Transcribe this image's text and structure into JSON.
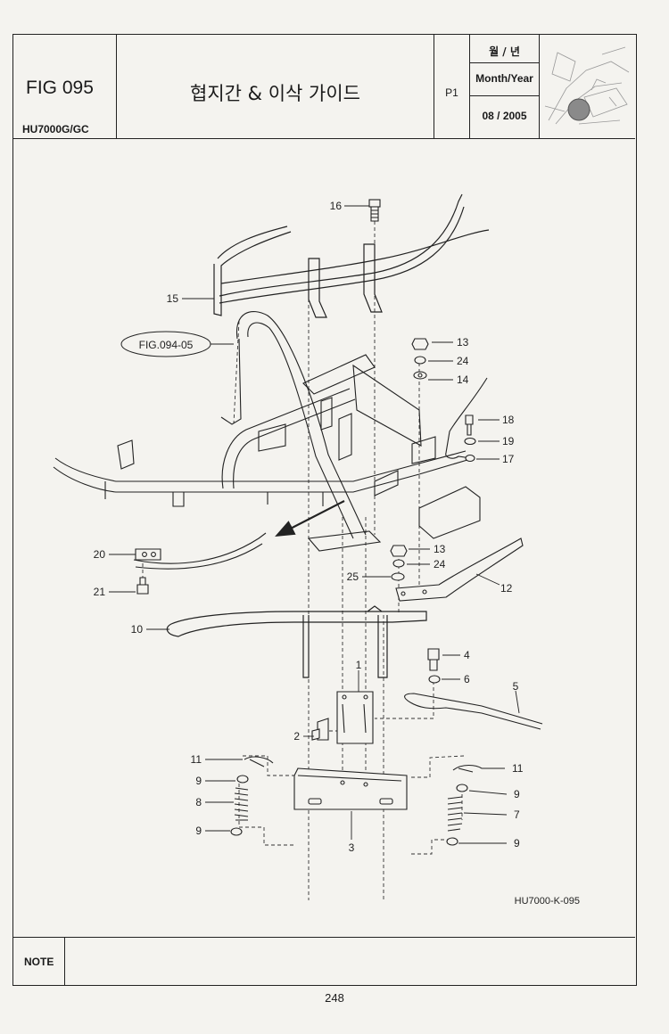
{
  "header": {
    "fig_no": "FIG 095",
    "model": "HU7000G/GC",
    "title": "협지간 & 이삭 가이드",
    "page_code": "P1",
    "month_year_ko": "월 / 년",
    "month_year_en": "Month/Year",
    "date": "08 / 2005"
  },
  "diagram": {
    "ref_callout": "FIG.094-05",
    "drawing_code": "HU7000-K-095",
    "callouts": [
      "16",
      "15",
      "13",
      "24",
      "14",
      "18",
      "19",
      "17",
      "20",
      "21",
      "13",
      "24",
      "25",
      "12",
      "10",
      "1",
      "4",
      "6",
      "5",
      "2",
      "11",
      "11",
      "9",
      "9",
      "8",
      "7",
      "9",
      "9",
      "3"
    ]
  },
  "footer": {
    "note_label": "NOTE",
    "page_number": "248"
  }
}
